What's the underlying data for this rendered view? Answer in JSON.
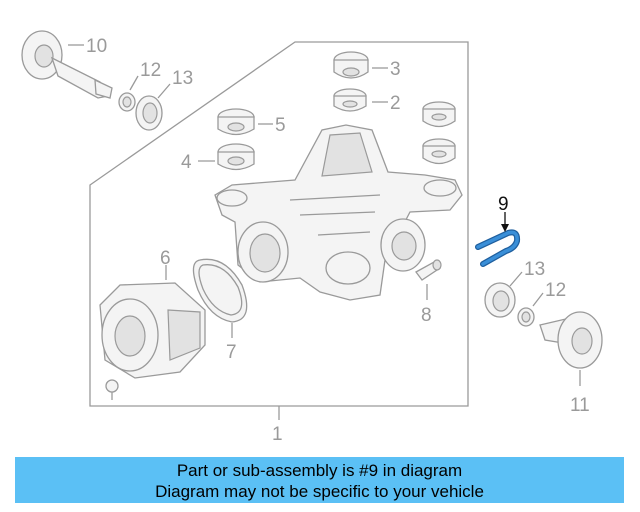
{
  "callouts": {
    "c1": "1",
    "c2": "2",
    "c3": "3",
    "c4": "4",
    "c5": "5",
    "c6": "6",
    "c7": "7",
    "c8": "8",
    "c9": "9",
    "c10": "10",
    "c11": "11",
    "c12_left": "12",
    "c12_right": "12",
    "c13_left": "13",
    "c13_right": "13"
  },
  "banner": {
    "line1": "Part or sub-assembly is #9 in diagram",
    "line2": "Diagram may not be specific to your vehicle"
  },
  "colors": {
    "highlight_part": "#3a8fd8",
    "banner_bg": "#5bc0f5",
    "line_gray": "#9a9a9a"
  }
}
